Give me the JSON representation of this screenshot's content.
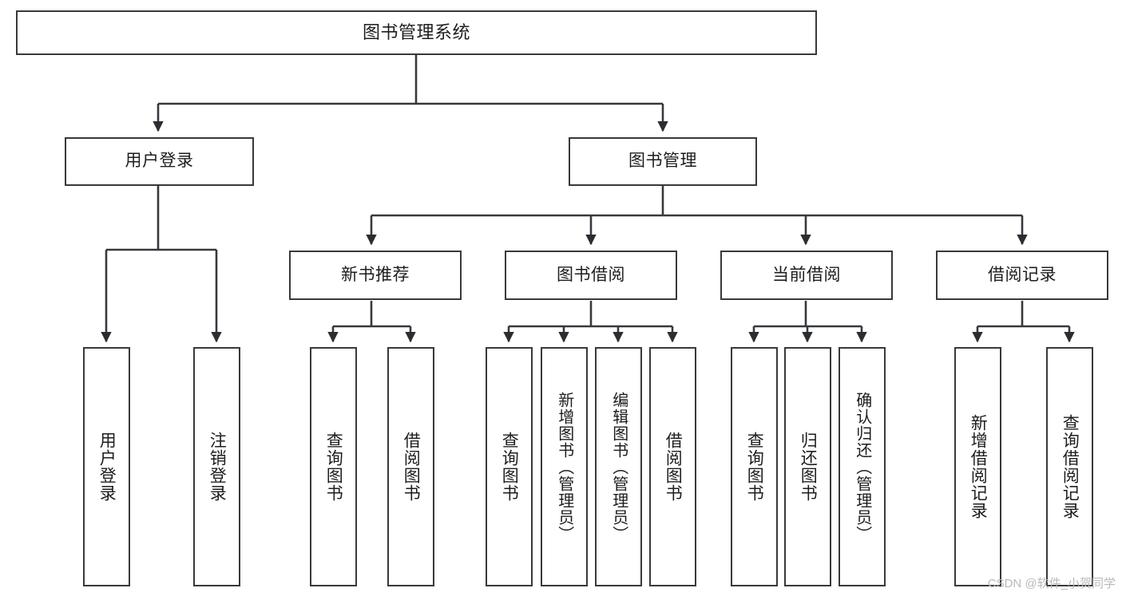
{
  "diagram": {
    "type": "tree-hierarchy",
    "title": "图书管理系统",
    "watermark": "CSDN @软件_小贺同学",
    "colors": {
      "stroke": "#36393d",
      "fill": "#ffffff",
      "text": "#1d1d1d",
      "watermark": "#b9b9b9"
    },
    "root": {
      "label": "图书管理系统"
    },
    "level2": [
      {
        "label": "用户登录"
      },
      {
        "label": "图书管理"
      }
    ],
    "level3": [
      {
        "label": "新书推荐"
      },
      {
        "label": "图书借阅"
      },
      {
        "label": "当前借阅"
      },
      {
        "label": "借阅记录"
      }
    ],
    "leaves": {
      "user_login": [
        {
          "label": "用户登录"
        },
        {
          "label": "注销登录"
        }
      ],
      "new_book_recommend": [
        {
          "label": "查询图书"
        },
        {
          "label": "借阅图书"
        }
      ],
      "book_borrow": [
        {
          "label": "查询图书"
        },
        {
          "label": "新增图书（管理员）"
        },
        {
          "label": "编辑图书（管理员）"
        },
        {
          "label": "借阅图书"
        }
      ],
      "current_borrow": [
        {
          "label": "查询图书"
        },
        {
          "label": "归还图书"
        },
        {
          "label": "确认归还（管理员）"
        }
      ],
      "borrow_record": [
        {
          "label": "新增借阅记录"
        },
        {
          "label": "查询借阅记录"
        }
      ]
    }
  }
}
